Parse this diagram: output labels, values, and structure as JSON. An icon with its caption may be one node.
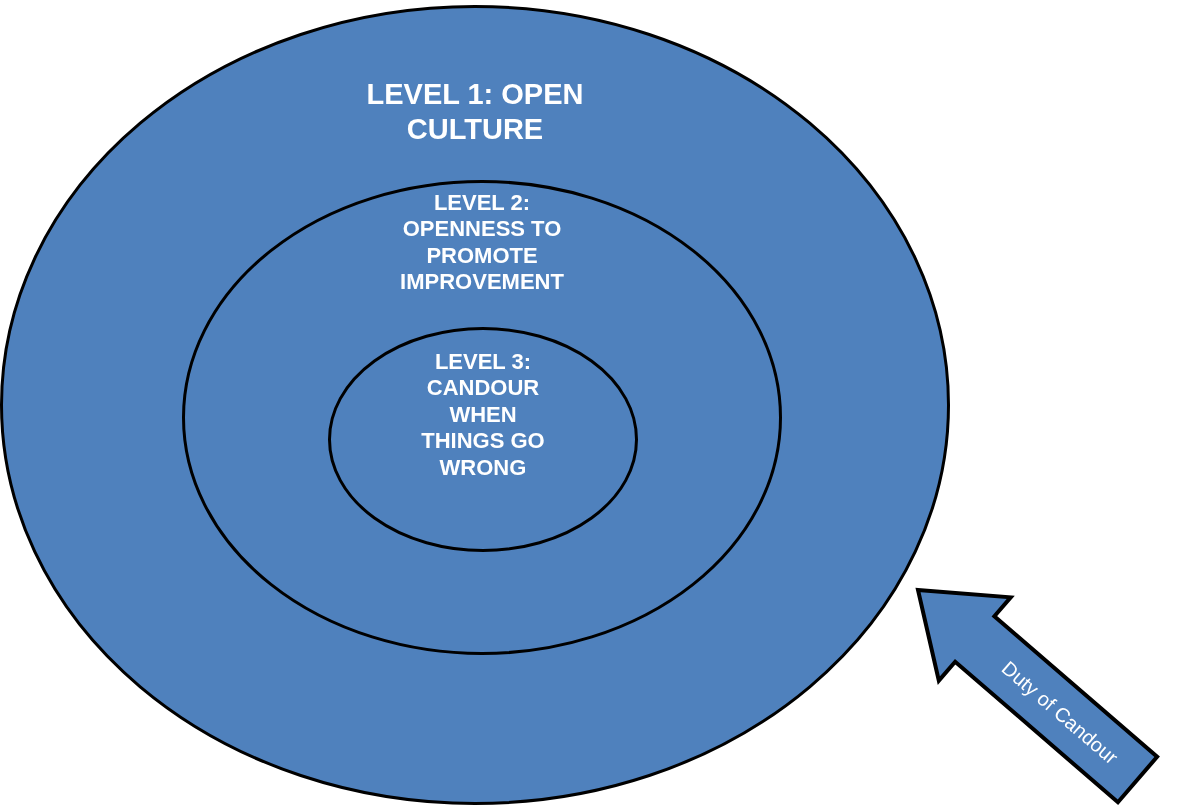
{
  "diagram": {
    "nodes": [
      {
        "text": [
          "LEVEL 1: OPEN CULTURE"
        ]
      },
      {
        "text": [
          "LEVEL 2: OPENNESS TO PROMOTE IMPROVEMENT"
        ],
        "in": 0
      },
      {
        "text": [
          "LEVEL 3: CANDOUR WHEN THINGS GO WRONG"
        ],
        "in": 1
      },
      {
        "text": [
          "Duty of Candour"
        ]
      }
    ]
  }
}
